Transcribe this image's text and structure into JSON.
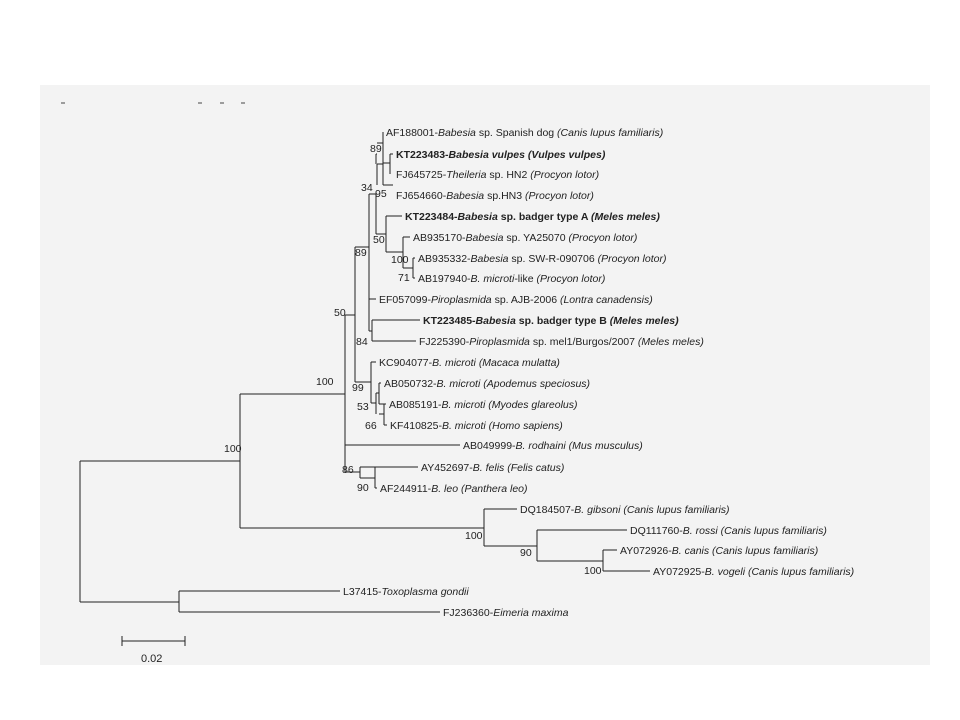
{
  "tree": {
    "taxa": [
      {
        "id": "t1",
        "accession": "AF188001",
        "genus": "Babesia",
        "rest": " sp. Spanish dog ",
        "host": "(Canis lupus familiaris)",
        "bold": false
      },
      {
        "id": "t2",
        "accession": "KT223483",
        "genus": "Babesia vulpes",
        "rest": " ",
        "host": "(Vulpes vulpes)",
        "bold": true
      },
      {
        "id": "t3",
        "accession": "FJ645725",
        "genus": "Theileria",
        "rest": " sp. HN2 ",
        "host": "(Procyon lotor)",
        "bold": false
      },
      {
        "id": "t4",
        "accession": "FJ654660",
        "genus": "Babesia",
        "rest": " sp.HN3 ",
        "host": "(Procyon lotor)",
        "bold": false
      },
      {
        "id": "t5",
        "accession": "KT223484",
        "genus": "Babesia",
        "rest": " sp. badger type A ",
        "host": "(Meles meles)",
        "bold": true
      },
      {
        "id": "t6",
        "accession": "AB935170",
        "genus": "Babesia",
        "rest": " sp. YA25070 ",
        "host": "(Procyon lotor)",
        "bold": false
      },
      {
        "id": "t7",
        "accession": "AB935332",
        "genus": "Babesia",
        "rest": " sp. SW-R-090706 ",
        "host": "(Procyon lotor)",
        "bold": false
      },
      {
        "id": "t8",
        "accession": "AB197940",
        "genus": "B. microti",
        "rest": "-like ",
        "host": "(Procyon lotor)",
        "bold": false
      },
      {
        "id": "t9",
        "accession": "EF057099",
        "genus": "Piroplasmida",
        "rest": " sp. AJB-2006 ",
        "host": "(Lontra canadensis)",
        "bold": false
      },
      {
        "id": "t10",
        "accession": "KT223485",
        "genus": "Babesia",
        "rest": " sp. badger type B ",
        "host": "(Meles meles)",
        "bold": true
      },
      {
        "id": "t11",
        "accession": "FJ225390",
        "genus": "Piroplasmida",
        "rest": " sp. mel1/Burgos/2007 ",
        "host": "(Meles meles)",
        "bold": false
      },
      {
        "id": "t12",
        "accession": "KC904077",
        "genus": "B. microti",
        "rest": " ",
        "host": "(Macaca mulatta)",
        "bold": false
      },
      {
        "id": "t13",
        "accession": "AB050732",
        "genus": "B. microti",
        "rest": " ",
        "host": "(Apodemus speciosus)",
        "bold": false
      },
      {
        "id": "t14",
        "accession": "AB085191",
        "genus": "B. microti",
        "rest": " ",
        "host": "(Myodes glareolus)",
        "bold": false
      },
      {
        "id": "t15",
        "accession": "KF410825",
        "genus": "B. microti",
        "rest": " ",
        "host": "(Homo sapiens)",
        "bold": false
      },
      {
        "id": "t16",
        "accession": "AB049999",
        "genus": "B. rodhaini",
        "rest": " ",
        "host": "(Mus musculus)",
        "bold": false
      },
      {
        "id": "t17",
        "accession": "AY452697",
        "genus": "B. felis",
        "rest": " ",
        "host": "(Felis catus)",
        "bold": false
      },
      {
        "id": "t18",
        "accession": "AF244911",
        "genus": "B. leo",
        "rest": " ",
        "host": "(Panthera leo)",
        "bold": false
      },
      {
        "id": "t19",
        "accession": "DQ184507",
        "genus": "B. gibsoni",
        "rest": " ",
        "host": "(Canis lupus familiaris)",
        "bold": false
      },
      {
        "id": "t20",
        "accession": "DQ111760",
        "genus": "B. rossi",
        "rest": " ",
        "host": "(Canis lupus familiaris)",
        "bold": false
      },
      {
        "id": "t21",
        "accession": "AY072926",
        "genus": "B. canis",
        "rest": " ",
        "host": "(Canis lupus familiaris)",
        "bold": false
      },
      {
        "id": "t22",
        "accession": "AY072925",
        "genus": "B. vogeli",
        "rest": " ",
        "host": "(Canis lupus familiaris)",
        "bold": false
      },
      {
        "id": "t23",
        "accession": "L37415",
        "genus": "Toxoplasma gondii",
        "rest": "",
        "host": "",
        "bold": false
      },
      {
        "id": "t24",
        "accession": "FJ236360",
        "genus": "Eimeria maxima",
        "rest": "",
        "host": "",
        "bold": false
      }
    ],
    "bootstrap": [
      {
        "id": "b89a",
        "value": "89"
      },
      {
        "id": "b95",
        "value": "95"
      },
      {
        "id": "b34",
        "value": "34"
      },
      {
        "id": "b50a",
        "value": "50"
      },
      {
        "id": "b100a",
        "value": "100"
      },
      {
        "id": "b71",
        "value": "71"
      },
      {
        "id": "b89b",
        "value": "89"
      },
      {
        "id": "b50b",
        "value": "50"
      },
      {
        "id": "b84",
        "value": "84"
      },
      {
        "id": "b99",
        "value": "99"
      },
      {
        "id": "b53",
        "value": "53"
      },
      {
        "id": "b66",
        "value": "66"
      },
      {
        "id": "b100b",
        "value": "100"
      },
      {
        "id": "b86",
        "value": "86"
      },
      {
        "id": "b90a",
        "value": "90"
      },
      {
        "id": "b100c",
        "value": "100"
      },
      {
        "id": "b100d",
        "value": "100"
      },
      {
        "id": "b90b",
        "value": "90"
      },
      {
        "id": "b100e",
        "value": "100"
      }
    ],
    "scale_bar": {
      "label": "0.02"
    }
  },
  "colors": {
    "background": "#ffffff",
    "panel": "#f3f3f3",
    "line": "#222222"
  }
}
